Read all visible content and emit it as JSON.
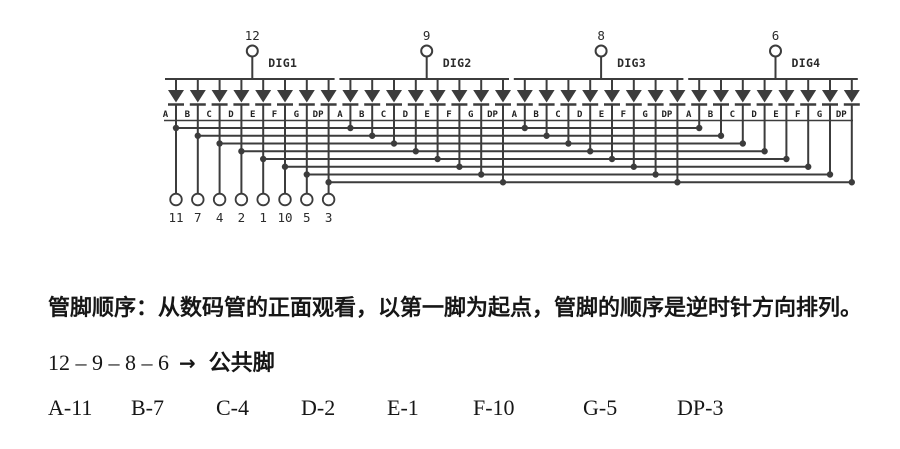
{
  "diagram": {
    "digits": [
      {
        "label": "DIG1",
        "top_pin": "12"
      },
      {
        "label": "DIG2",
        "top_pin": "9"
      },
      {
        "label": "DIG3",
        "top_pin": "8"
      },
      {
        "label": "DIG4",
        "top_pin": "6"
      }
    ],
    "segments": [
      "A",
      "B",
      "C",
      "D",
      "E",
      "F",
      "G",
      "DP"
    ],
    "bottom_pins": [
      "11",
      "7",
      "4",
      "2",
      "1",
      "10",
      "5",
      "3"
    ],
    "line_color": "#3c3c3c"
  },
  "notes": {
    "pin_order_note": "管脚顺序：从数码管的正面观看，以第一脚为起点，管脚的顺序是逆时针方向排列。",
    "common_sequence": "12 – 9 – 8 – 6",
    "arrow": "→",
    "common_label": "公共脚",
    "segment_pin_map": [
      "A-11",
      "B-7",
      "C-4",
      "D-2",
      "E-1",
      "F-10",
      "G-5",
      "DP-3"
    ]
  }
}
